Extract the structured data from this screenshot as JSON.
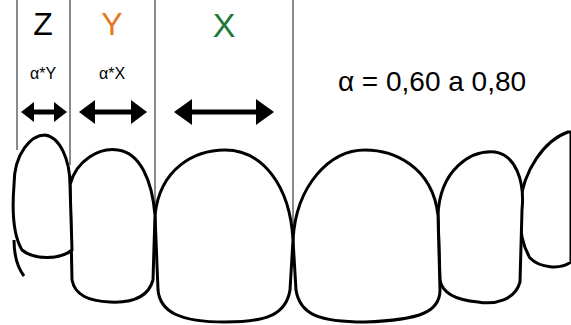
{
  "diagram": {
    "labels": [
      "Z",
      "α*Y",
      "Y",
      "α*X",
      "X",
      "α = 0,60 a 0,80"
    ]
  }
}
